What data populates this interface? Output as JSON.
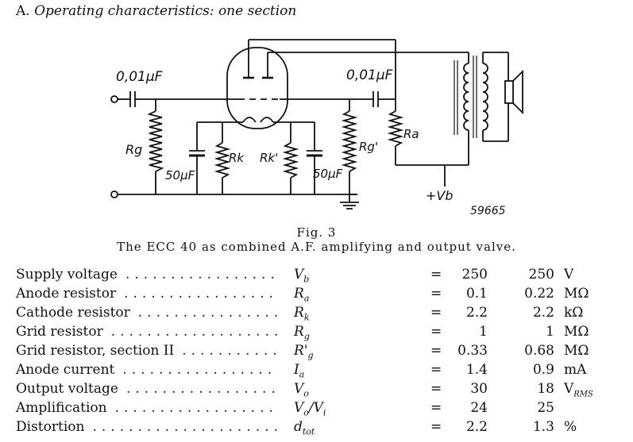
{
  "heading": {
    "letter": "A.",
    "text": "Operating characteristics: one section"
  },
  "schematic": {
    "cap_in": "0,01µF",
    "cap_out": "0,01µF",
    "rg": "Rg",
    "rk": "Rk",
    "rk2": "Rk'",
    "rg2": "Rg'",
    "ra": "Ra",
    "c_k1": "50µF",
    "c_k2": "50µF",
    "supply": "+Vb",
    "fig_id": "59665"
  },
  "figure": {
    "number": "Fig. 3",
    "caption": "The ECC 40 as combined A.F. amplifying and output valve."
  },
  "rows": [
    {
      "label": "Supply voltage",
      "sym": "V",
      "sub": "b",
      "eq": "=",
      "v1": "250",
      "v2": "250",
      "unit": "V",
      "usub": ""
    },
    {
      "label": "Anode resistor",
      "sym": "R",
      "sub": "a",
      "eq": "=",
      "v1": "0.1",
      "v2": "0.22",
      "unit": "MΩ",
      "usub": ""
    },
    {
      "label": "Cathode resistor",
      "sym": "R",
      "sub": "k",
      "eq": "=",
      "v1": "2.2",
      "v2": "2.2",
      "unit": "kΩ",
      "usub": ""
    },
    {
      "label": "Grid resistor",
      "sym": "R",
      "sub": "g",
      "eq": "=",
      "v1": "1",
      "v2": "1",
      "unit": "MΩ",
      "usub": ""
    },
    {
      "label": "Grid resistor, section II",
      "sym": "R'",
      "sub": "g",
      "eq": "=",
      "v1": "0.33",
      "v2": "0.68",
      "unit": "MΩ",
      "usub": ""
    },
    {
      "label": "Anode current",
      "sym": "I",
      "sub": "a",
      "eq": "=",
      "v1": "1.4",
      "v2": "0.9",
      "unit": "mA",
      "usub": ""
    },
    {
      "label": "Output voltage",
      "sym": "V",
      "sub": "o",
      "eq": "=",
      "v1": "30",
      "v2": "18",
      "unit": "V",
      "usub": "RMS"
    },
    {
      "label": "Amplification",
      "sym": "V",
      "sub": "o",
      "sym2": "/V",
      "sub2": "i",
      "eq": "=",
      "v1": "24",
      "v2": "25",
      "unit": "",
      "usub": ""
    },
    {
      "label": "Distortion",
      "sym": "d",
      "sub": "tot",
      "eq": "=",
      "v1": "2.2",
      "v2": "1.3",
      "unit": "%",
      "usub": ""
    }
  ]
}
